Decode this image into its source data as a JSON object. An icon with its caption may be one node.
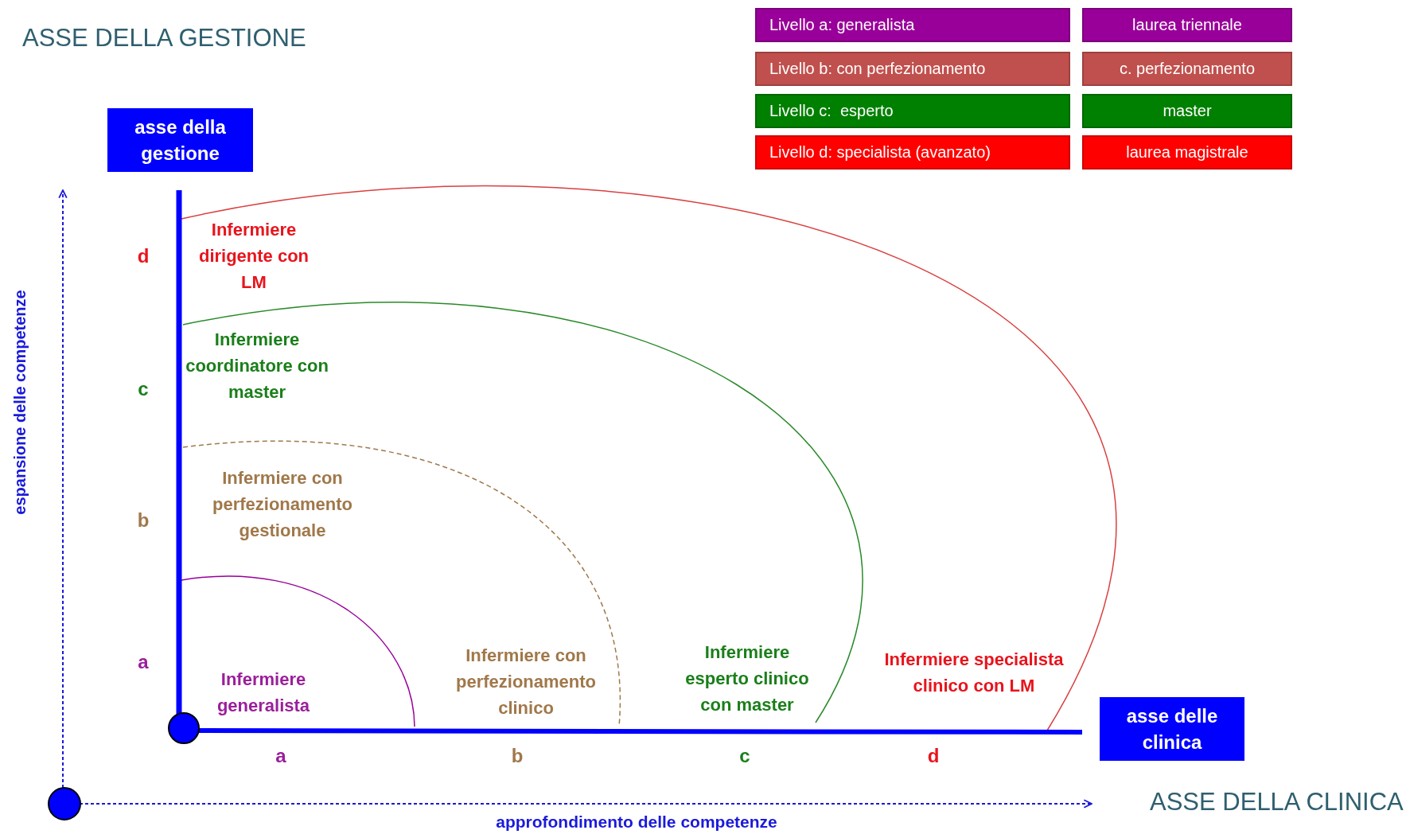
{
  "diagram": {
    "nodes": [
      {
        "text": [
          "asse della gestione"
        ]
      },
      {
        "text": [
          "asse delle clinica"
        ]
      }
    ],
    "edges": [],
    "labels": [
      "ASSE DELLA GESTIONE",
      "espansione delle competenze",
      "d",
      "Infermiere dirigente con LM",
      "c",
      "Infermiere coordinatore con master",
      "b",
      "Infermiere con perfezionamento gestionale",
      "a",
      "Infermiere generalista",
      "Infermiere con perfezionamento clinico",
      "Infermiere esperto clinico con master",
      "Infermiere specialista clinico con LM",
      "a",
      "b",
      "c",
      "d",
      "ASSE DELLA CLINICA",
      "approfondimento delle competenze"
    ],
    "legend": [
      {
        "text": "Livello a: generalista",
        "color": "#990099"
      },
      {
        "text": "laurea triennale",
        "color": "#990099"
      },
      {
        "text": "Livello b: con perfezionamento",
        "color": "#c0504d"
      },
      {
        "text": "c. perfezionamento",
        "color": "#c0504d"
      },
      {
        "text": "Livello c:  esperto",
        "color": "#008000"
      },
      {
        "text": "master",
        "color": "#008000"
      },
      {
        "text": "Livello d: specialista (avanzato)",
        "color": "#ff0000"
      },
      {
        "text": "laurea magistrale",
        "color": "#ff0000"
      }
    ]
  }
}
